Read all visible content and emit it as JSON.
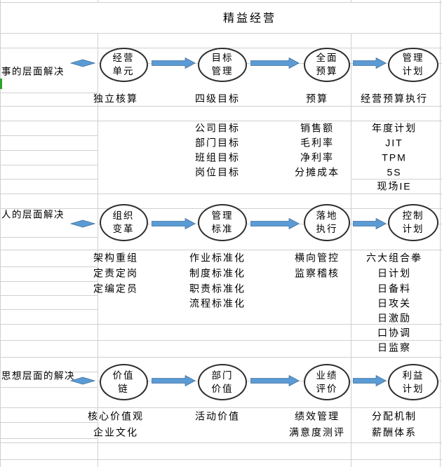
{
  "title": "精益经营",
  "colors": {
    "arrow_fill": "#5b9bd5",
    "arrow_border": "#41719c",
    "grid_line": "#d0d0d0",
    "ellipse_border": "#2e2e2e"
  },
  "bands": [
    {
      "label": "事的层面解决",
      "columns": [
        {
          "ellipse": [
            "经营",
            "单元"
          ],
          "caption": "独立核算",
          "items": []
        },
        {
          "ellipse": [
            "目标",
            "管理"
          ],
          "caption": "四级目标",
          "items": [
            "公司目标",
            "部门目标",
            "班组目标",
            "岗位目标"
          ]
        },
        {
          "ellipse": [
            "全面",
            "预算"
          ],
          "caption": "预算",
          "items": [
            "销售额",
            "毛利率",
            "净利率",
            "分摊成本"
          ]
        },
        {
          "ellipse": [
            "管理",
            "计划"
          ],
          "caption": "经营预算执行",
          "items": [
            "年度计划",
            "JIT",
            "TPM",
            "5S",
            "现场IE"
          ]
        }
      ]
    },
    {
      "label": "人的层面解决",
      "columns": [
        {
          "ellipse": [
            "组织",
            "变革"
          ],
          "caption": "架构重组",
          "items": [
            "定责定岗",
            "定编定员"
          ]
        },
        {
          "ellipse": [
            "管理",
            "标准"
          ],
          "caption": "作业标准化",
          "items": [
            "制度标准化",
            "职责标准化",
            "流程标准化"
          ]
        },
        {
          "ellipse": [
            "落地",
            "执行"
          ],
          "caption": "横向管控",
          "items": [
            "监察稽核"
          ]
        },
        {
          "ellipse": [
            "控制",
            "计划"
          ],
          "caption": "六大组合拳",
          "items": [
            "日计划",
            "日备料",
            "日攻关",
            "日激励",
            "口协调",
            "日监察"
          ]
        }
      ]
    },
    {
      "label": "思想层面的解决",
      "columns": [
        {
          "ellipse": [
            "价值",
            "链"
          ],
          "caption": "核心价值观",
          "items": [
            "企业文化"
          ]
        },
        {
          "ellipse": [
            "部门",
            "价值"
          ],
          "caption": "活动价值",
          "items": []
        },
        {
          "ellipse": [
            "业绩",
            "评价"
          ],
          "caption": "绩效管理",
          "items": [
            "满意度测评"
          ]
        },
        {
          "ellipse": [
            "利益",
            "计划"
          ],
          "caption": "分配机制",
          "items": [
            "薪酬体系"
          ]
        }
      ]
    }
  ]
}
